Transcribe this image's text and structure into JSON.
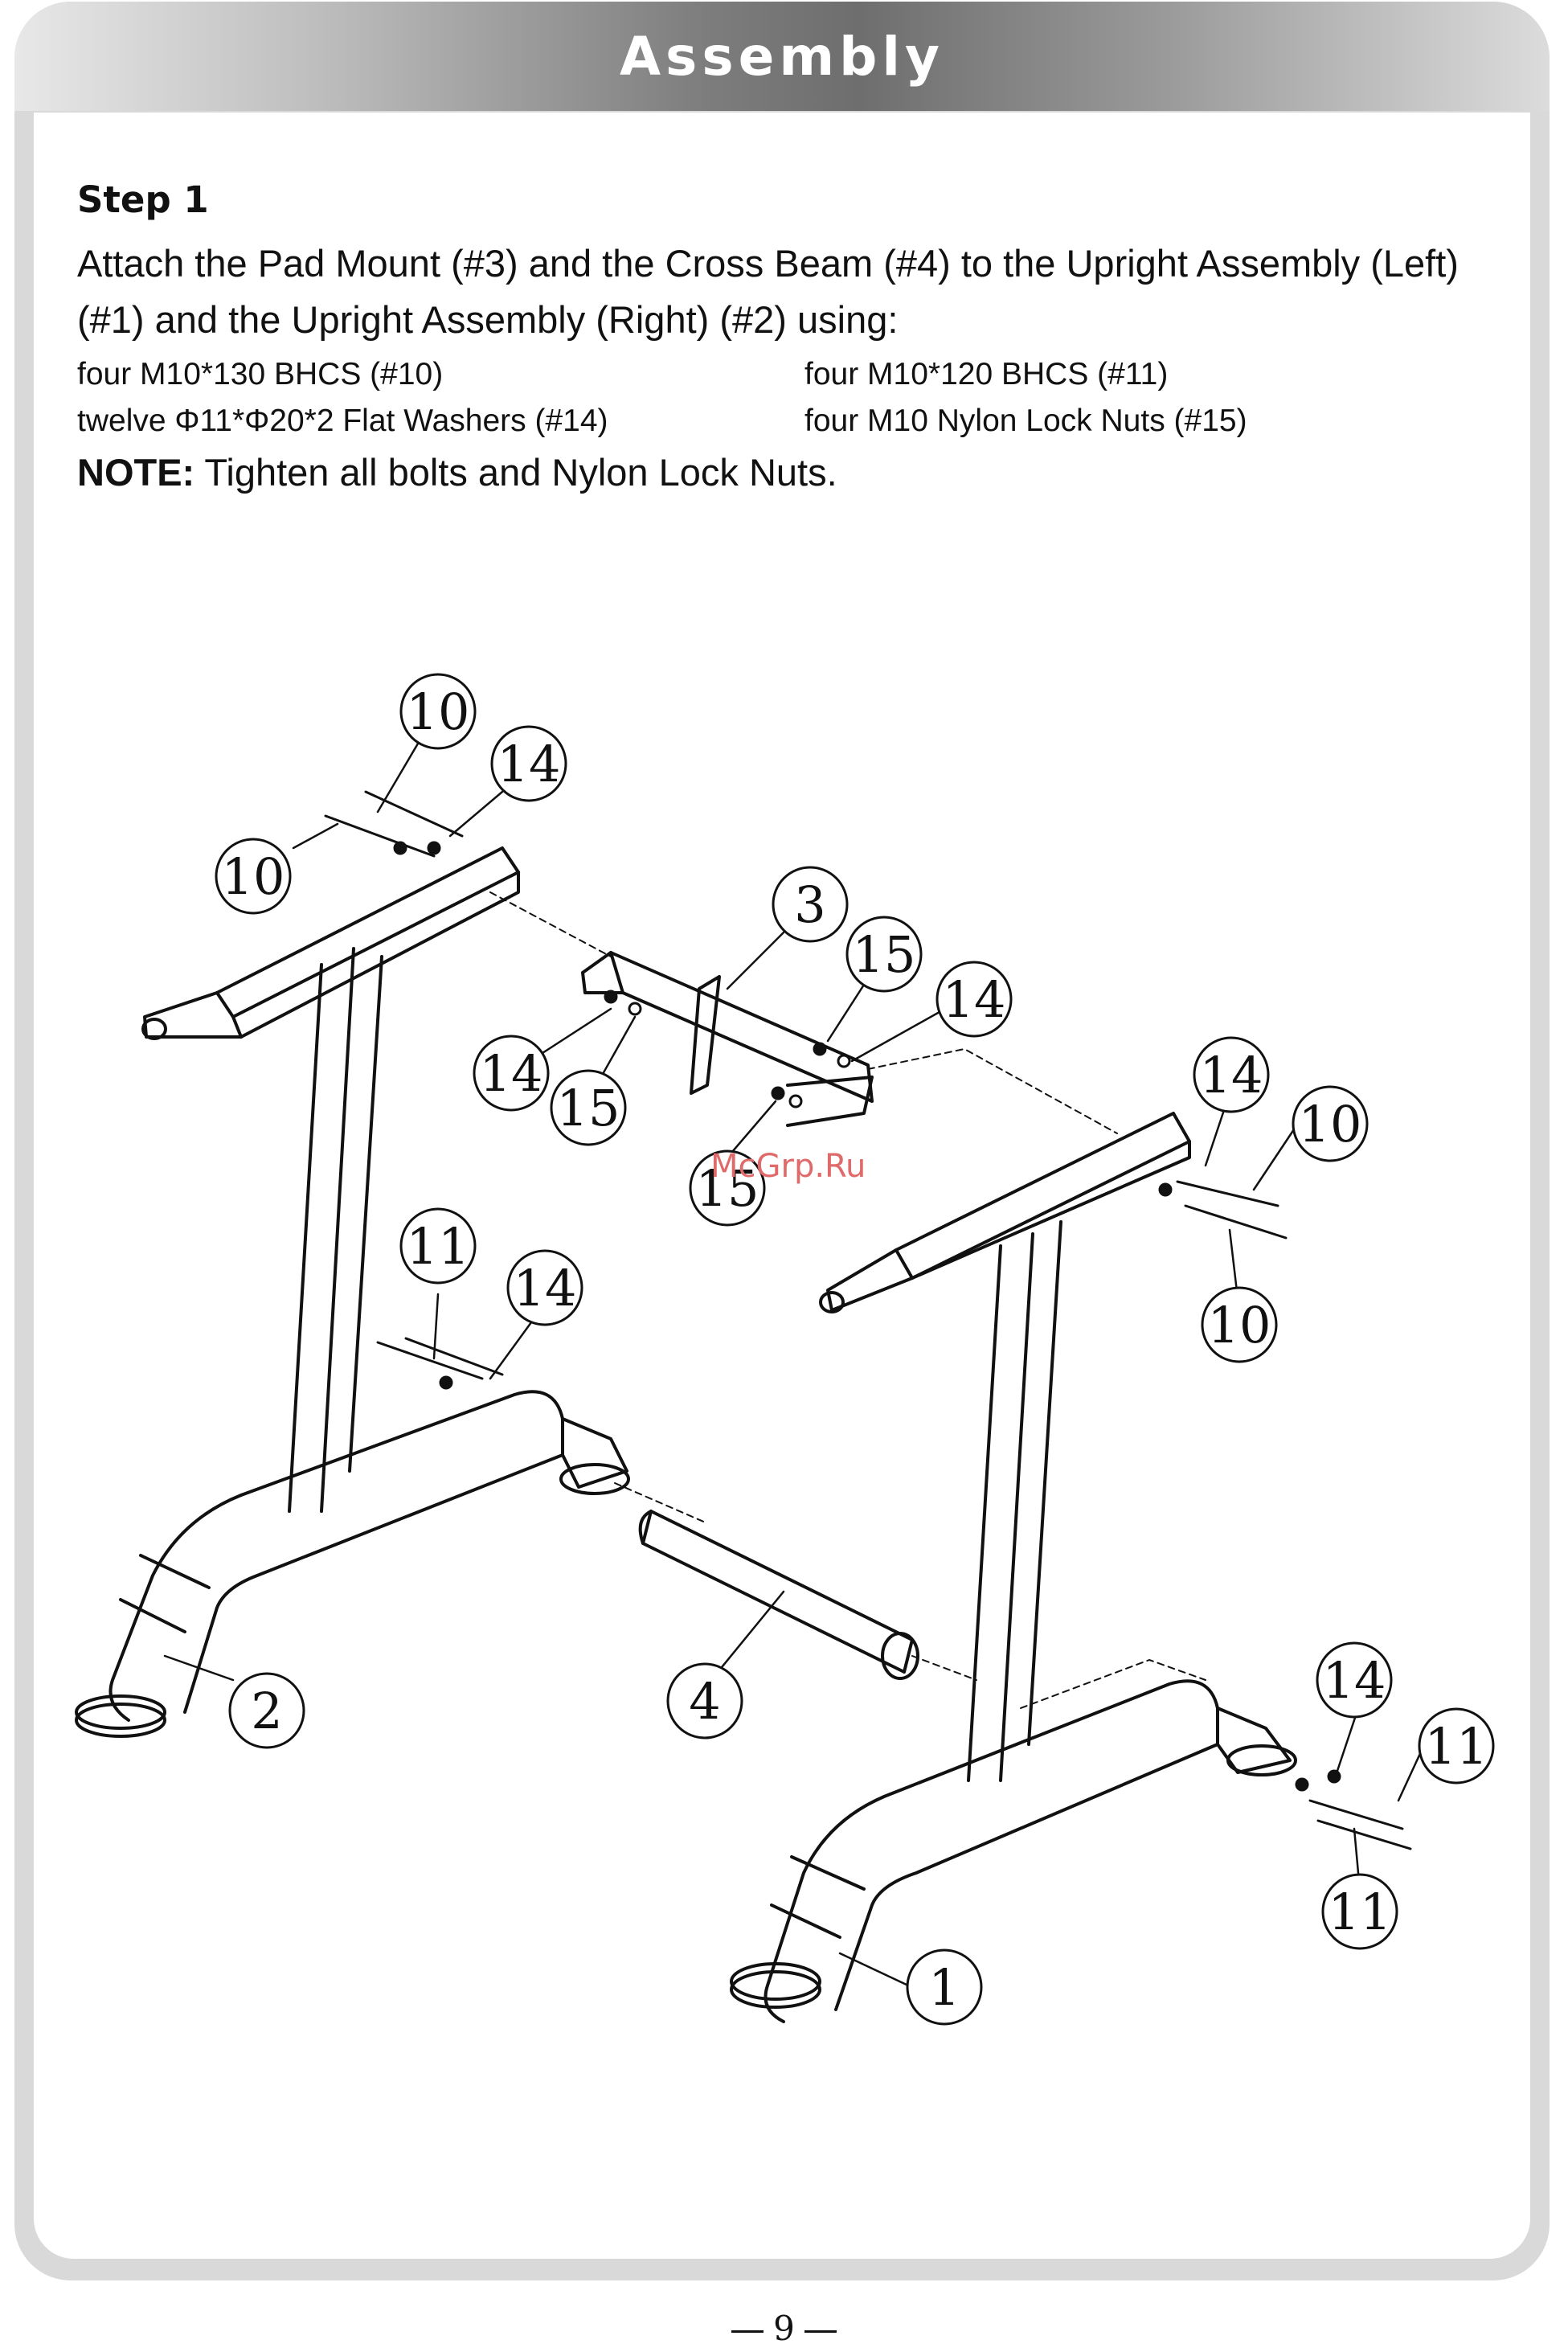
{
  "header": {
    "title": "Assembly"
  },
  "step": {
    "title": "Step 1",
    "instruction": "Attach the Pad Mount (#3) and the Cross Beam (#4) to the Upright Assembly (Left) (#1) and the Upright Assembly (Right) (#2) using:",
    "hardware": [
      "four M10*130 BHCS (#10)",
      "four M10*120 BHCS (#11)",
      "twelve Φ11*Φ20*2 Flat Washers (#14)",
      "four M10 Nylon Lock Nuts (#15)"
    ],
    "note_label": "NOTE:",
    "note_text": " Tighten all bolts and Nylon Lock Nuts."
  },
  "diagram": {
    "callouts": [
      "10",
      "14",
      "10",
      "3",
      "15",
      "14",
      "14",
      "15",
      "14",
      "10",
      "15",
      "11",
      "14",
      "10",
      "2",
      "4",
      "14",
      "11",
      "11",
      "1"
    ]
  },
  "watermark": "McGrp.Ru",
  "page_number": "9"
}
